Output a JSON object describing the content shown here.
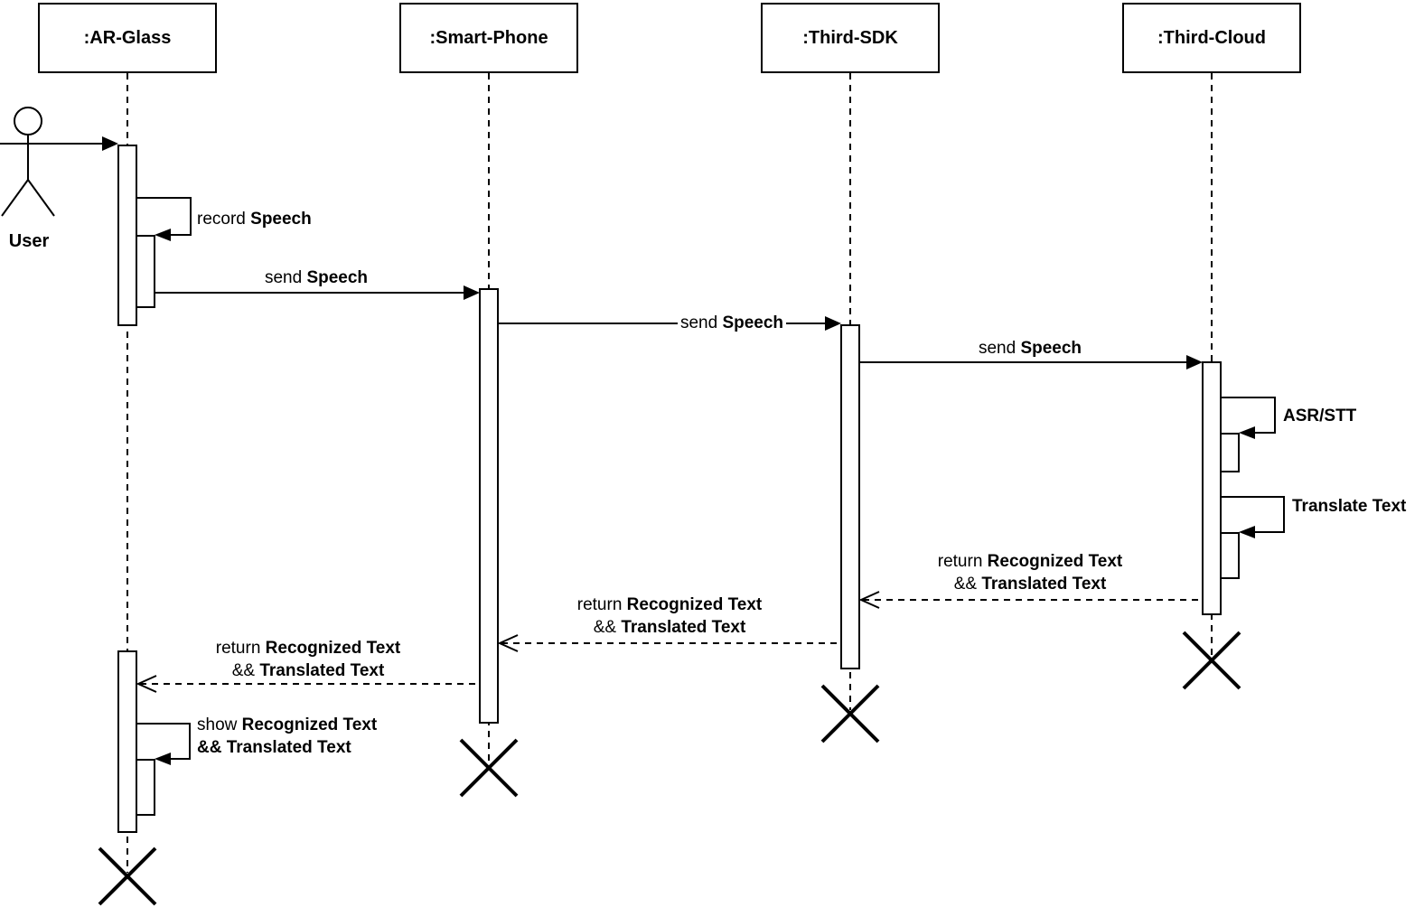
{
  "diagram_type": "uml-sequence-diagram",
  "colors": {
    "stroke": "#000000",
    "background": "#ffffff"
  },
  "actor": {
    "label": "User"
  },
  "lifelines": {
    "ar_glass": {
      "label": ":AR-Glass"
    },
    "smart_phone": {
      "label": ":Smart-Phone"
    },
    "third_sdk": {
      "label": ":Third-SDK"
    },
    "third_cloud": {
      "label": ":Third-Cloud"
    }
  },
  "messages": {
    "record_speech": {
      "action": "record",
      "object": "Speech"
    },
    "send_speech_glass_to_phone": {
      "action": "send",
      "object": "Speech"
    },
    "send_speech_phone_to_sdk": {
      "action": "send",
      "object": "Speech"
    },
    "send_speech_sdk_to_cloud": {
      "action": "send",
      "object": "Speech"
    },
    "asr_stt": {
      "label": "ASR/STT"
    },
    "translate_text": {
      "label": "Translate Text"
    },
    "return_cloud_to_sdk": {
      "action": "return",
      "object1": "Recognized Text",
      "conjunction": "&&",
      "object2": "Translated Text"
    },
    "return_sdk_to_phone": {
      "action": "return",
      "object1": "Recognized Text",
      "conjunction": "&&",
      "object2": "Translated Text"
    },
    "return_phone_to_glass": {
      "action": "return",
      "object1": "Recognized Text",
      "conjunction": "&&",
      "object2": "Translated Text"
    },
    "show_result": {
      "action": "show",
      "object1": "Recognized Text",
      "conjunction": "&&",
      "object2": "Translated Text"
    }
  }
}
